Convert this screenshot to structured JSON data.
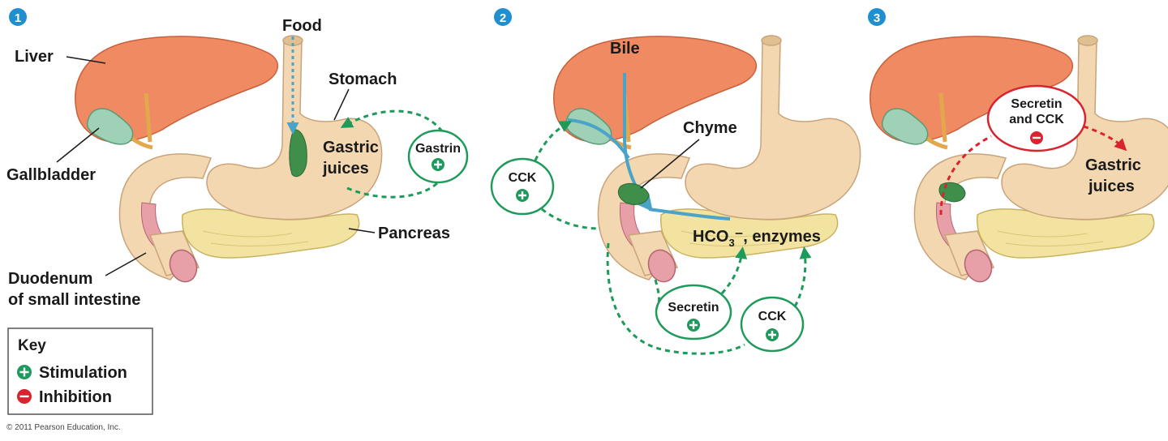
{
  "colors": {
    "liver": "#f08a62",
    "liver_dark": "#c8603c",
    "organ": "#f3d7b0",
    "organ_dark": "#c9a37a",
    "pancreas": "#f2e4a0",
    "pancreas_dark": "#c8b360",
    "gallbladder": "#9fd1b6",
    "chyme": "#3f8f4a",
    "bile": "#4aa3c9",
    "stimulation": "#1e9a5a",
    "inhibition": "#d9232e",
    "panel_badge": "#1f8fd0"
  },
  "panels": [
    {
      "number": "1",
      "labels": {
        "food": "Food",
        "liver": "Liver",
        "stomach": "Stomach",
        "gastric_line1": "Gastric",
        "gastric_line2": "juices",
        "gallbladder": "Gallbladder",
        "pancreas": "Pancreas",
        "duodenum_line1": "Duodenum",
        "duodenum_line2": "of small intestine"
      },
      "hormones": [
        {
          "name": "Gastrin",
          "effect": "stimulation"
        }
      ]
    },
    {
      "number": "2",
      "labels": {
        "bile": "Bile",
        "chyme": "Chyme",
        "hco3": "HCO",
        "hco3_sub": "3",
        "hco3_rest": "⁻, enzymes"
      },
      "hormones": [
        {
          "name": "CCK",
          "effect": "stimulation"
        },
        {
          "name": "Secretin",
          "effect": "stimulation"
        },
        {
          "name": "CCK",
          "effect": "stimulation"
        }
      ]
    },
    {
      "number": "3",
      "labels": {
        "gastric_line1": "Gastric",
        "gastric_line2": "juices"
      },
      "hormones": [
        {
          "name_line1": "Secretin",
          "name_line2": "and CCK",
          "effect": "inhibition"
        }
      ]
    }
  ],
  "key": {
    "title": "Key",
    "stimulation": "Stimulation",
    "inhibition": "Inhibition"
  },
  "copyright": "© 2011 Pearson Education, Inc."
}
